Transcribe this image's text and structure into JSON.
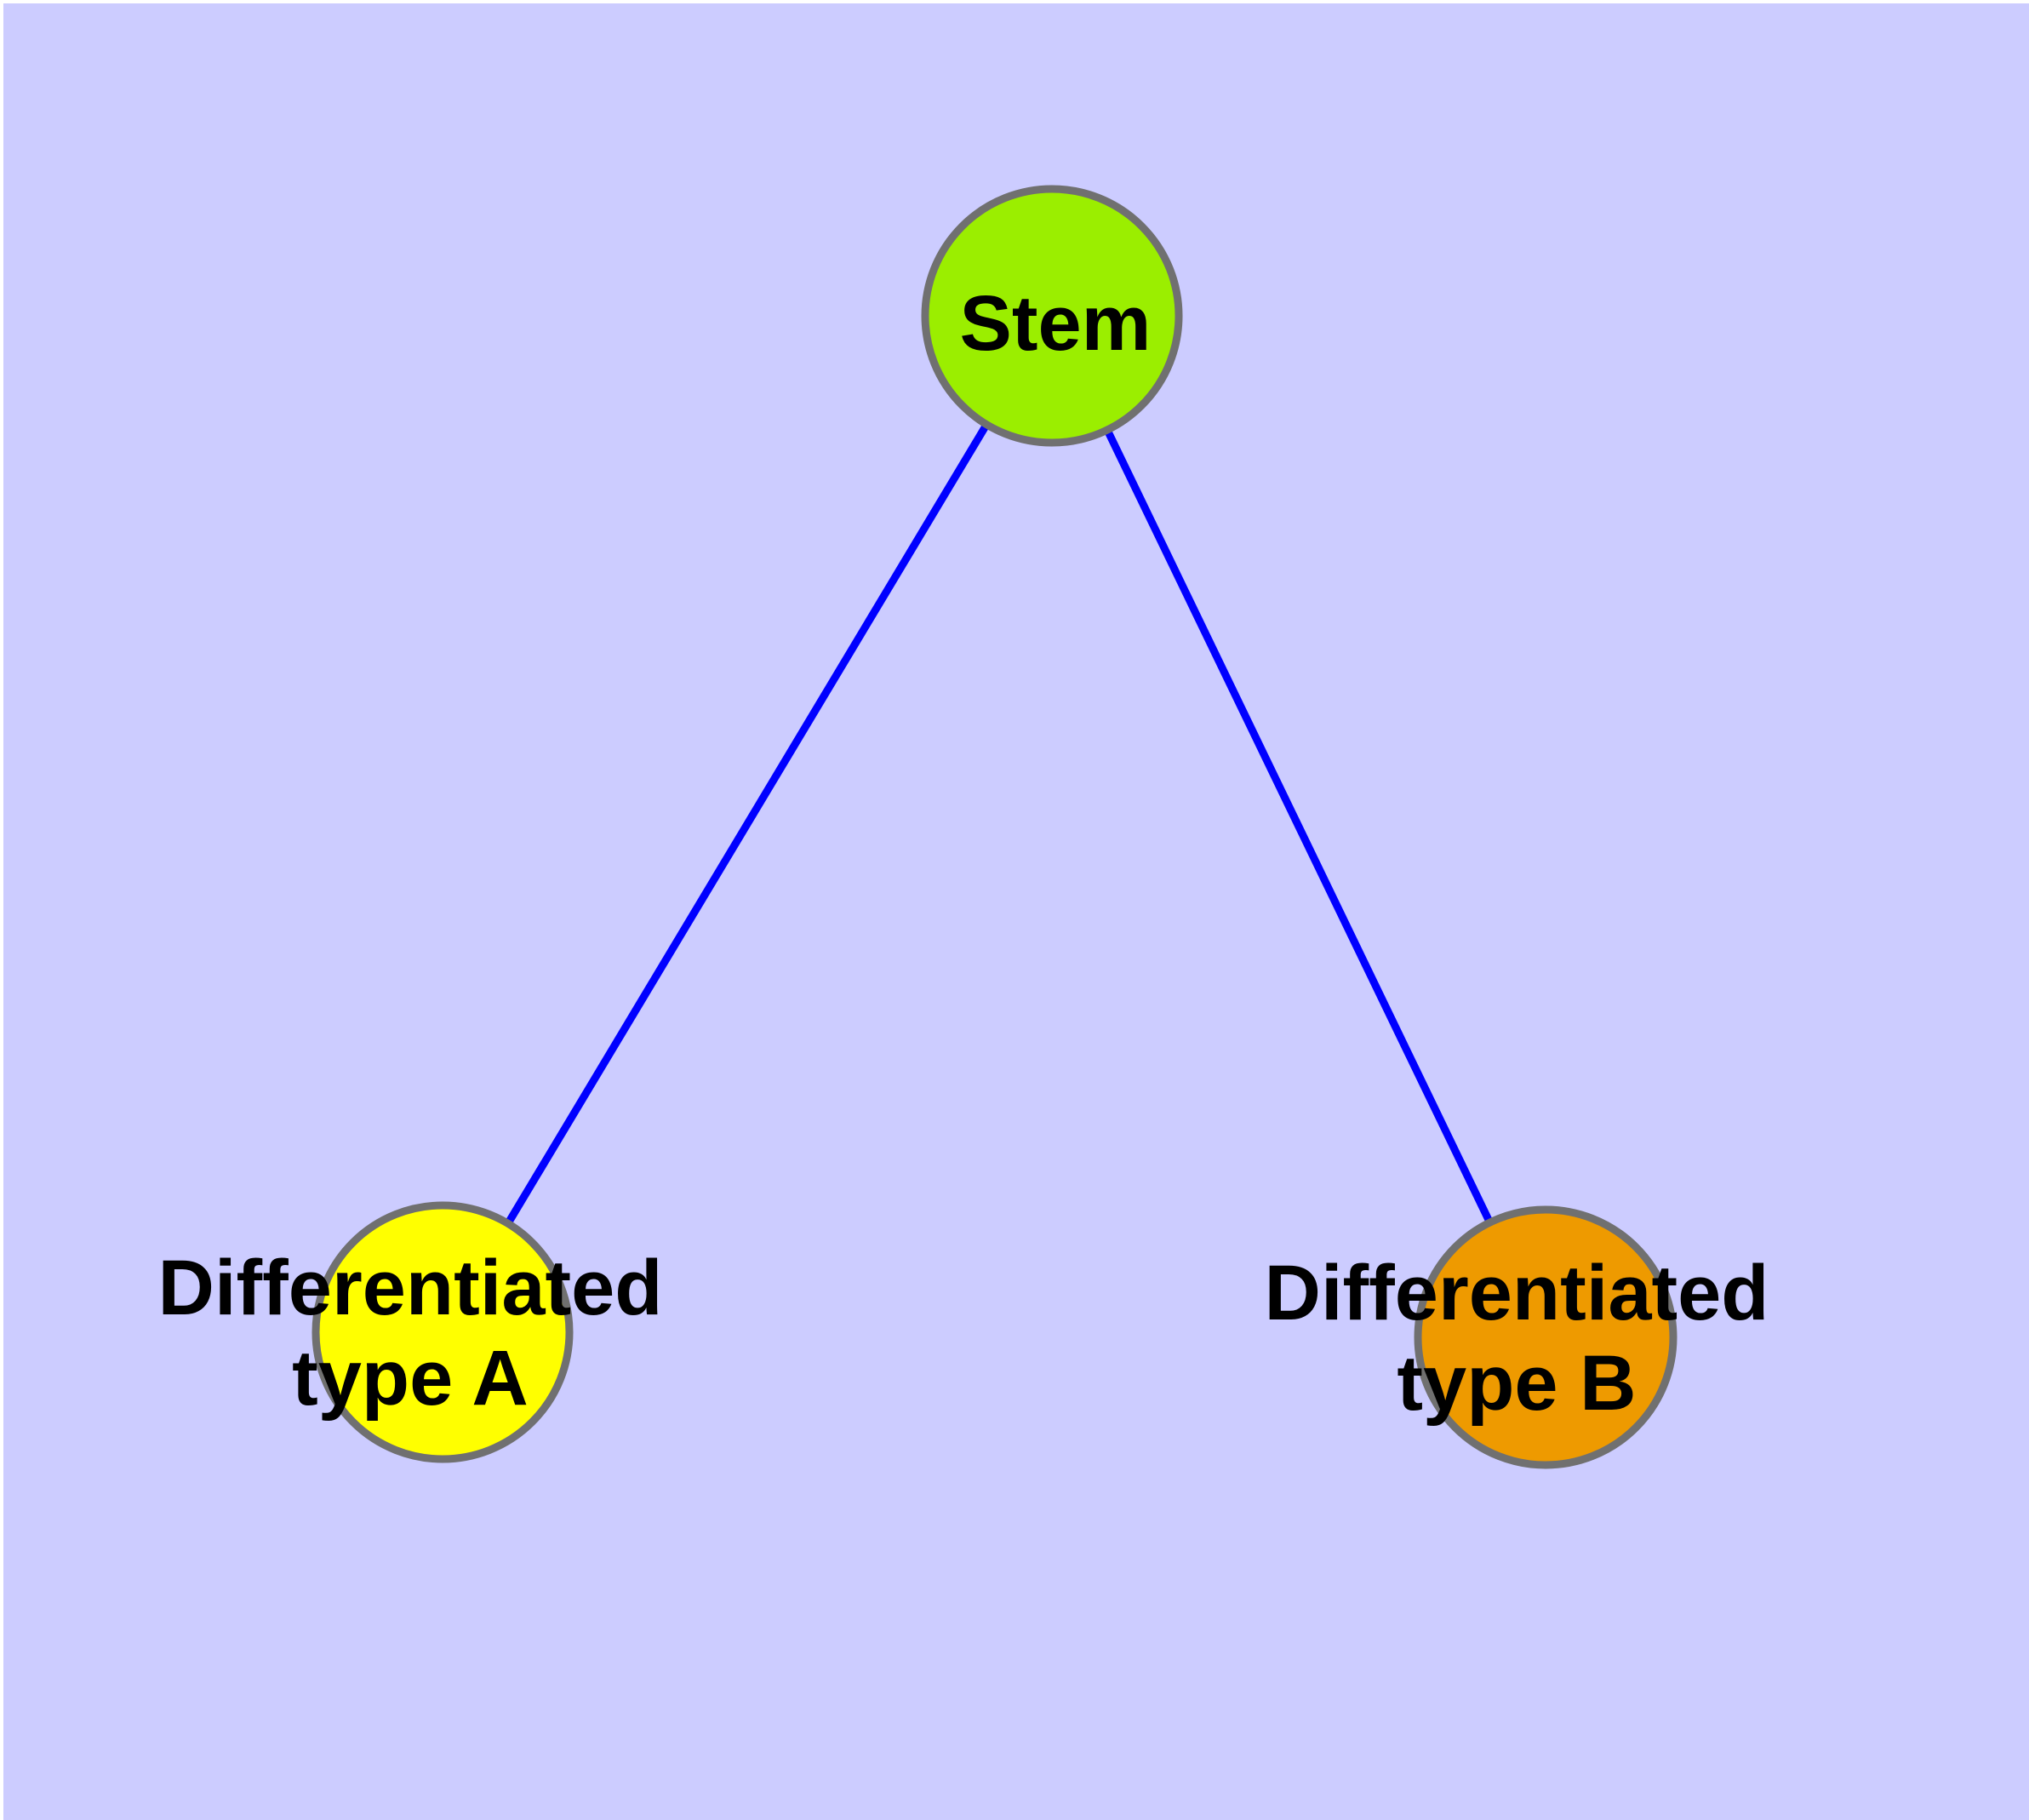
{
  "diagram": {
    "type": "graph",
    "description": "Stem cell differentiation tree: one parent node connected to two child nodes",
    "background_color": "#CCCCFF",
    "edge_color": "#0000FF",
    "node_border_color": "#707070",
    "label_color": "#000000",
    "nodes": [
      {
        "id": "stem",
        "label": "Stem",
        "fill": "#9BEE00"
      },
      {
        "id": "differentiated-type-a",
        "label": "Differentiated\ntype A",
        "fill": "#FFFF00"
      },
      {
        "id": "differentiated-type-b",
        "label": "Differentiated\ntype B",
        "fill": "#EE9A00"
      }
    ],
    "edges": [
      {
        "from": "stem",
        "to": "differentiated-type-a"
      },
      {
        "from": "stem",
        "to": "differentiated-type-b"
      }
    ]
  }
}
